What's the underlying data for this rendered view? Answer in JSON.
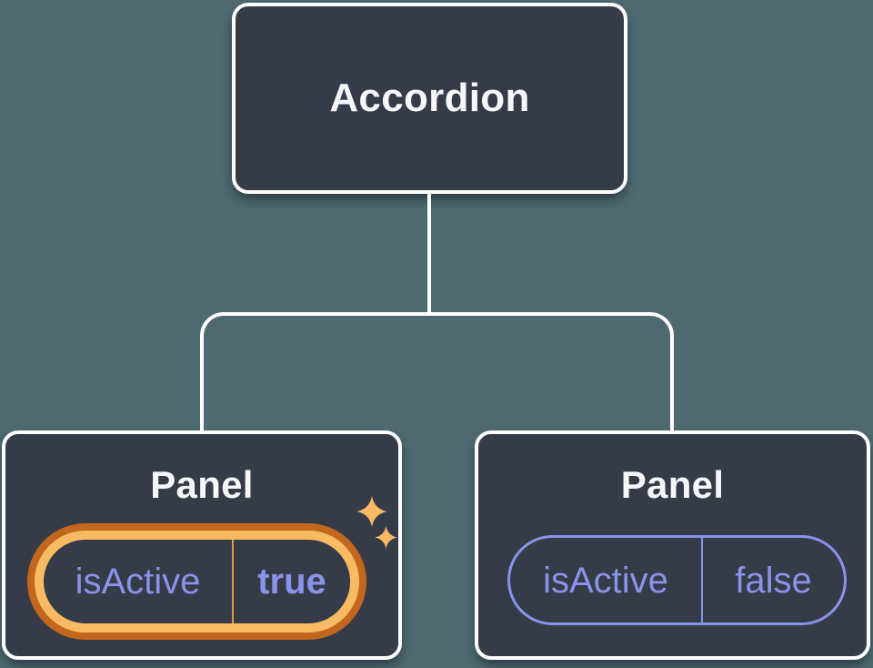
{
  "diagram": {
    "type": "component-tree",
    "root": {
      "label": "Accordion"
    },
    "children": [
      {
        "label": "Panel",
        "prop": {
          "name": "isActive",
          "value": "true"
        },
        "highlighted": true,
        "decoration": "sparkles-icon"
      },
      {
        "label": "Panel",
        "prop": {
          "name": "isActive",
          "value": "false"
        },
        "highlighted": false
      }
    ],
    "colors": {
      "background": "#4E6970",
      "node_fill": "#353B47",
      "node_border": "#FFFFFF",
      "connector": "#FFFFFF",
      "label_text": "#F6F7F9",
      "prop_purple": "#8A93EA",
      "highlight_orange_light": "#F8BB64",
      "highlight_orange_dark": "#C2671D",
      "highlight_divider": "#DD9A45"
    }
  }
}
